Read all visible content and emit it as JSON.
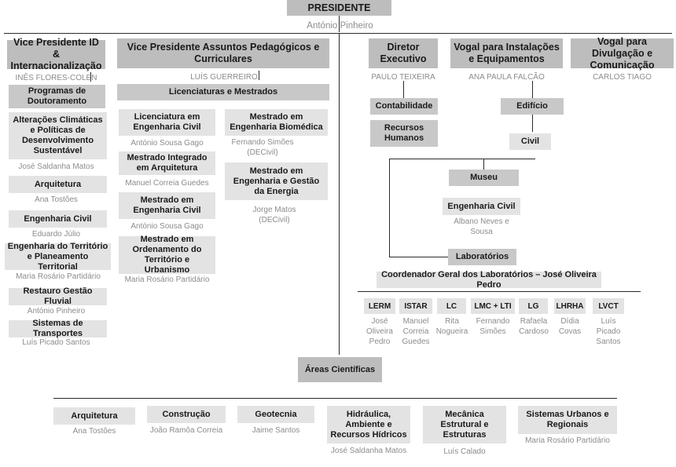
{
  "president": {
    "title": "PRESIDENTE",
    "name": "António Pinheiro"
  },
  "vp_id": {
    "title": "Vice Presidente  ID & Internacionalização",
    "name": "INÊS FLORES-COLEN"
  },
  "doctoral": {
    "title": "Programas de Doutoramento"
  },
  "doc_programs": [
    {
      "title": "Alterações Climáticas e Políticas de Desenvolvimento Sustentável",
      "name": "José Saldanha Matos"
    },
    {
      "title": "Arquitetura",
      "name": "Ana Tostões"
    },
    {
      "title": "Engenharia Civil",
      "name": "Eduardo Júlio"
    },
    {
      "title": "Engenharia do Território e Planeamento Territorial",
      "name": "Maria Rosário Partidário"
    },
    {
      "title": "Restauro  Gestão Fluvial",
      "name": "António Pinheiro"
    },
    {
      "title": "Sistemas de Transportes",
      "name": "Luís Picado Santos"
    }
  ],
  "vp_ap": {
    "title": "Vice Presidente Assuntos Pedagógicos e Curriculares",
    "name": "LUÍS GUERREIRO"
  },
  "lic_mest": {
    "title": "Licenciaturas e Mestrados"
  },
  "courses_left": [
    {
      "title": "Licenciatura em Engenharia Civil",
      "name": "António Sousa Gago"
    },
    {
      "title": "Mestrado Integrado em Arquitetura",
      "name": "Manuel Correia Guedes"
    },
    {
      "title": "Mestrado em Engenharia Civil",
      "name": "António Sousa Gago"
    },
    {
      "title": "Mestrado em Ordenamento do Território e Urbanismo",
      "name": "Maria Rosário Partidário"
    }
  ],
  "courses_right": [
    {
      "title": "Mestrado em Engenharia Biomédica",
      "name": "Fernando Simões (DECivil)"
    },
    {
      "title": "Mestrado em Engenharia e Gestão da Energia",
      "name": "Jorge Matos (DECivil)"
    }
  ],
  "director": {
    "title": "Diretor Executivo",
    "name": "PAULO TEIXEIRA"
  },
  "accounting": {
    "title": "Contabilidade"
  },
  "hr": {
    "title": "Recursos Humanos"
  },
  "vogal_inst": {
    "title": "Vogal para Instalações e Equipamentos",
    "name": "ANA PAULA FALCÃO"
  },
  "building": {
    "title": "Edifício"
  },
  "civil": {
    "title": "Civil"
  },
  "vogal_div": {
    "title": "Vogal para Divulgação e Comunicação",
    "name": "CARLOS TIAGO"
  },
  "museum": {
    "title": "Museu"
  },
  "museum_eng": {
    "title": "Engenharia Civil",
    "name": "Albano Neves e Sousa"
  },
  "labs": {
    "title": "Laboratórios"
  },
  "lab_coord": {
    "title": "Coordenador Geral dos Laboratórios – José Oliveira Pedro"
  },
  "lab_units": [
    {
      "title": "LERM",
      "name": "José Oliveira Pedro"
    },
    {
      "title": "ISTAR",
      "name": "Manuel Correia Guedes"
    },
    {
      "title": "LC",
      "name": "Rita Nogueira"
    },
    {
      "title": "LMC + LTI",
      "name": "Fernando Simões"
    },
    {
      "title": "LG",
      "name": "Rafaela Cardoso"
    },
    {
      "title": "LHRHA",
      "name": "Dídia Covas"
    },
    {
      "title": "LVCT",
      "name": "Luís Picado Santos"
    }
  ],
  "areas": {
    "title": "Áreas Científicas"
  },
  "areas_list": [
    {
      "title": "Arquitetura",
      "name": "Ana Tostões"
    },
    {
      "title": "Construção",
      "name": "João Ramôa Correia"
    },
    {
      "title": "Geotecnia",
      "name": "Jaime Santos"
    },
    {
      "title": "Hidráulica, Ambiente e Recursos Hídricos",
      "name": "José Saldanha Matos"
    },
    {
      "title": "Mecânica Estrutural e Estruturas",
      "name": "Luís Calado"
    },
    {
      "title": "Sistemas Urbanos e Regionais",
      "name": "Maria Rosário Partidário"
    }
  ]
}
